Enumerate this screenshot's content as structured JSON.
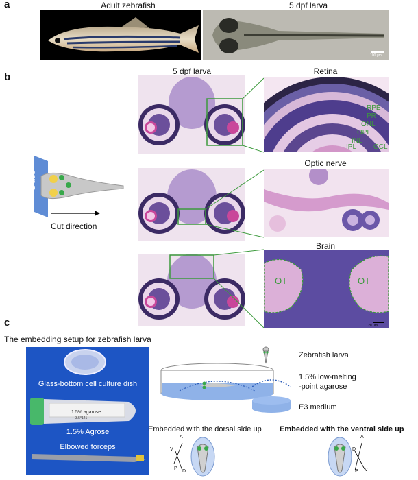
{
  "panel_a": {
    "label": "a",
    "adult_caption": "Adult zebrafish",
    "larva_caption": "5 dpf larva",
    "scale_text": "100 μm"
  },
  "panel_b": {
    "label": "b",
    "column_title": "5 dpf larva",
    "retina_title": "Retina",
    "optic_nerve_title": "Optic nerve",
    "brain_title": "Brain",
    "retina_layers": [
      "RPE",
      "PR",
      "ONL",
      "OPL",
      "INL",
      "IPL",
      "GCL"
    ],
    "brain_region": "OT",
    "scale_text": "20 μm",
    "blade_label": "Blade",
    "cut_direction": "Cut direction"
  },
  "panel_c": {
    "label": "c",
    "setup_title": "The embedding setup for zebrafish larva",
    "dish_label": "Glass-bottom cell culture dish",
    "agarose_label": "1.5% Agrose",
    "tube_text": "1.5% agarose",
    "tube_num": "3.5*121",
    "forceps_label": "Elbowed forceps",
    "legend_larva": "Zebrafish larva",
    "legend_agarose_1": "1.5% low-melting",
    "legend_agarose_2": "-point agarose",
    "legend_e3": "E3 medium",
    "dorsal_title": "Embedded with the dorsal side up",
    "ventral_title": "Embedded with the ventral side up",
    "axis": {
      "A": "A",
      "P": "P",
      "V": "V",
      "D": "D"
    }
  },
  "colors": {
    "accent_green": "#3c9a3c",
    "blade_blue": "#4e7fd0",
    "he_pink": "#d8a7cf",
    "he_purple": "#4b3a8c",
    "blue_bg": "#1d55c4"
  }
}
